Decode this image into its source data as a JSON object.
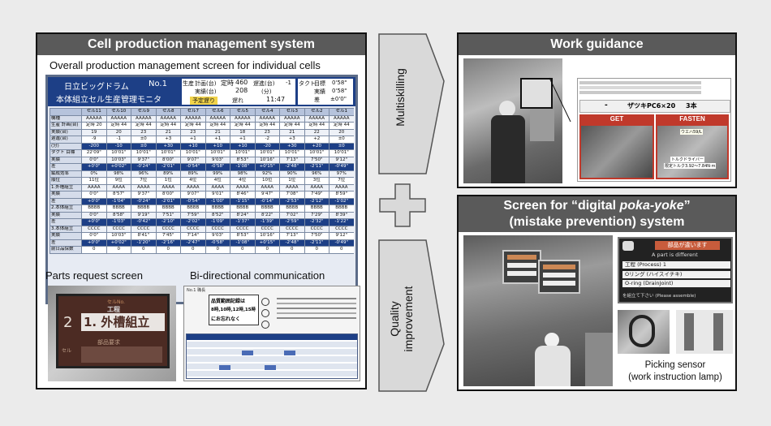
{
  "left_panel": {
    "title": "Cell production management system",
    "overall_label": "Overall production management screen for individual cells",
    "parts_label": "Parts request screen",
    "bidir_label": "Bi-directional communication",
    "monitor": {
      "company": "日立ビッグドラム",
      "line_no": "No.1",
      "subtitle": "本体組立セル生産管理モニタ",
      "prod_label": "生産",
      "plan_label": "計画(台)",
      "actual_label": "実績(台)",
      "fixed_label": "定時",
      "fixed_value": "460",
      "actual_value": "208",
      "delay_label": "遅進(台)",
      "delay_value": "-1",
      "delay_unit": "(分)",
      "schedule_label": "予定遅り",
      "late_label": "遅れ",
      "clock": "11:47",
      "tact_label": "タクト",
      "target_label": "目標",
      "target_value": "0'58\"",
      "result_label": "実績",
      "result_value": "0'58\"",
      "diff_label": "差",
      "diff_value": "±0'0\"",
      "cells": [
        "セル11",
        "セル10",
        "セル9",
        "セル8",
        "セル7",
        "セル6",
        "セル5",
        "セル4",
        "セル3",
        "セル2",
        "セル1"
      ],
      "rows": [
        {
          "label": "機種",
          "values": [
            "AAAAA",
            "AAAAA",
            "AAAAA",
            "AAAAA",
            "AAAAA",
            "AAAAA",
            "AAAAA",
            "AAAAA",
            "AAAAA",
            "AAAAA",
            "AAAAA"
          ]
        },
        {
          "label": "生産 計画(台)",
          "values": [
            "定時 20",
            "定時 44",
            "定時 44",
            "定時 44",
            "定時 44",
            "定時 44",
            "定時 44",
            "定時 44",
            "定時 44",
            "定時 44",
            "定時 44"
          ]
        },
        {
          "label": "実績(台)",
          "values": [
            "19",
            "20",
            "23",
            "21",
            "23",
            "21",
            "18",
            "23",
            "21",
            "22",
            "20"
          ]
        },
        {
          "label": "遅進(台)",
          "values": [
            "-9",
            "-1",
            "±0",
            "+3",
            "+1",
            "+1",
            "+1",
            "-2",
            "+3",
            "+2",
            "±0"
          ]
        },
        {
          "label": "(分)",
          "values": [
            "-200",
            "-10",
            "±0",
            "+30",
            "+10",
            "+10",
            "+10",
            "-20",
            "+30",
            "+20",
            "±0"
          ]
        },
        {
          "label": "タクト 目標",
          "values": [
            "22'09\"",
            "10'01\"",
            "10'01\"",
            "10'01\"",
            "10'01\"",
            "10'01\"",
            "10'01\"",
            "10'01\"",
            "10'01\"",
            "10'01\"",
            "10'01\""
          ]
        },
        {
          "label": "実績",
          "values": [
            "0'0\"",
            "10'03\"",
            "9'37\"",
            "8'00\"",
            "9'07\"",
            "9'03\"",
            "8'53\"",
            "10'16\"",
            "7'13\"",
            "7'50\"",
            "9'12\""
          ]
        },
        {
          "label": "差",
          "values": [
            "+0'0\"",
            "+0'02\"",
            "-0'24\"",
            "-2'01\"",
            "-0'54\"",
            "-0'58\"",
            "-1'08\"",
            "+0'15\"",
            "-2'48\"",
            "-2'11\"",
            "-0'49\""
          ]
        },
        {
          "label": "編成効率",
          "values": [
            "0%",
            "98%",
            "96%",
            "89%",
            "89%",
            "99%",
            "98%",
            "92%",
            "90%",
            "96%",
            "97%"
          ]
        },
        {
          "label": "順位",
          "values": [
            "11位",
            "9位",
            "7位",
            "1位",
            "4位",
            "4位",
            "4位",
            "10位",
            "1位",
            "3位",
            "7位"
          ]
        },
        {
          "label": "1.外槽組立",
          "values": [
            "AAAA",
            "AAAA",
            "AAAA",
            "AAAA",
            "AAAA",
            "AAAA",
            "AAAA",
            "AAAA",
            "AAAA",
            "AAAA",
            "AAAA"
          ]
        },
        {
          "label": "実績",
          "values": [
            "0'0\"",
            "8'57\"",
            "9'37\"",
            "8'00\"",
            "9'07\"",
            "9'01\"",
            "8'46\"",
            "9'47\"",
            "7'08\"",
            "7'49\"",
            "8'59\""
          ]
        },
        {
          "label": "差",
          "values": [
            "+0'0\"",
            "-1'04\"",
            "-0'24\"",
            "-2'01\"",
            "-0'54\"",
            "-1'00\"",
            "-1'15\"",
            "-0'14\"",
            "-2'53\"",
            "-2'12\"",
            "-1'02\""
          ]
        },
        {
          "label": "2.本体組立",
          "values": [
            "BBBB",
            "BBBB",
            "BBBB",
            "BBBB",
            "BBBB",
            "BBBB",
            "BBBB",
            "BBBB",
            "BBBB",
            "BBBB",
            "BBBB"
          ]
        },
        {
          "label": "実績",
          "values": [
            "0'0\"",
            "8'58\"",
            "9'19\"",
            "7'51\"",
            "7'59\"",
            "8'52\"",
            "8'24\"",
            "8'22\"",
            "7'02\"",
            "7'29\"",
            "8'39\""
          ]
        },
        {
          "label": "差",
          "values": [
            "+0'0\"",
            "-1'03\"",
            "-0'42\"",
            "-2'10\"",
            "-2'02\"",
            "-1'09\"",
            "-1'37\"",
            "-1'39\"",
            "-2'59\"",
            "-2'32\"",
            "-1'22\""
          ]
        },
        {
          "label": "3.本体組立",
          "values": [
            "CCCC",
            "CCCC",
            "CCCC",
            "CCCC",
            "CCCC",
            "CCCC",
            "CCCC",
            "CCCC",
            "CCCC",
            "CCCC",
            "CCCC"
          ]
        },
        {
          "label": "実績",
          "values": [
            "0'0\"",
            "10'03\"",
            "8'41\"",
            "7'45\"",
            "7'14\"",
            "9'03\"",
            "8'53\"",
            "10'16\"",
            "7'13\"",
            "7'50\"",
            "9'12\""
          ]
        },
        {
          "label": "差",
          "values": [
            "+0'0\"",
            "+0'02\"",
            "-1'20\"",
            "-2'16\"",
            "-2'47\"",
            "-0'58\"",
            "-1'08\"",
            "+0'15\"",
            "-2'48\"",
            "-2'11\"",
            "-0'49\""
          ]
        },
        {
          "label": "前日品保数",
          "values": [
            "0",
            "0",
            "0",
            "0",
            "0",
            "0",
            "0",
            "0",
            "0",
            "0",
            "0"
          ]
        }
      ]
    },
    "parts_screen": {
      "process_label": "工程",
      "cell_no": "2",
      "process_text": "1. 外槽組立",
      "request_label": "部品要求",
      "cell_label": "セル"
    },
    "comm_screen": {
      "line_no": "No.1 職長",
      "notice": "品質範囲記録は",
      "times": "8時,10時,12時,15時",
      "note": "にお忘れなく"
    }
  },
  "arrows": {
    "top": "Multiskilling",
    "bottom_line1": "Quality",
    "bottom_line2": "improvement"
  },
  "right_top": {
    "title": "Work guidance",
    "guide_part": "ザツキPC6×20",
    "guide_qty": "3本",
    "guide_get": "GET",
    "guide_fasten": "FASTEN",
    "guide_driver": "トルクドライバー",
    "guide_torque": "限定トルク3.92〜7.84N·m",
    "guide_washer": "ウエハ59/L"
  },
  "right_bottom": {
    "title_part1": "Screen for “digital ",
    "title_italic": "poka-yoke",
    "title_part2": "”",
    "title_line2": "(mistake prevention) system",
    "screen_jp": "部品が違います",
    "screen_en": "A part is different",
    "screen_process": "工程 (Process) 1",
    "screen_oring": "Oリング (ハイスイチキ)",
    "screen_oring_en": "O-ring (DrainJoint)",
    "screen_assemble": "を組立て下さい (Please assemble)",
    "picking_line1": "Picking sensor",
    "picking_line2": "(work instruction lamp)"
  },
  "colors": {
    "title_bar": "#5a5a5a",
    "arrow_fill": "#d9d9d9",
    "monitor_bg": "#1d3f86",
    "grid_header": "#b6c3dc"
  }
}
